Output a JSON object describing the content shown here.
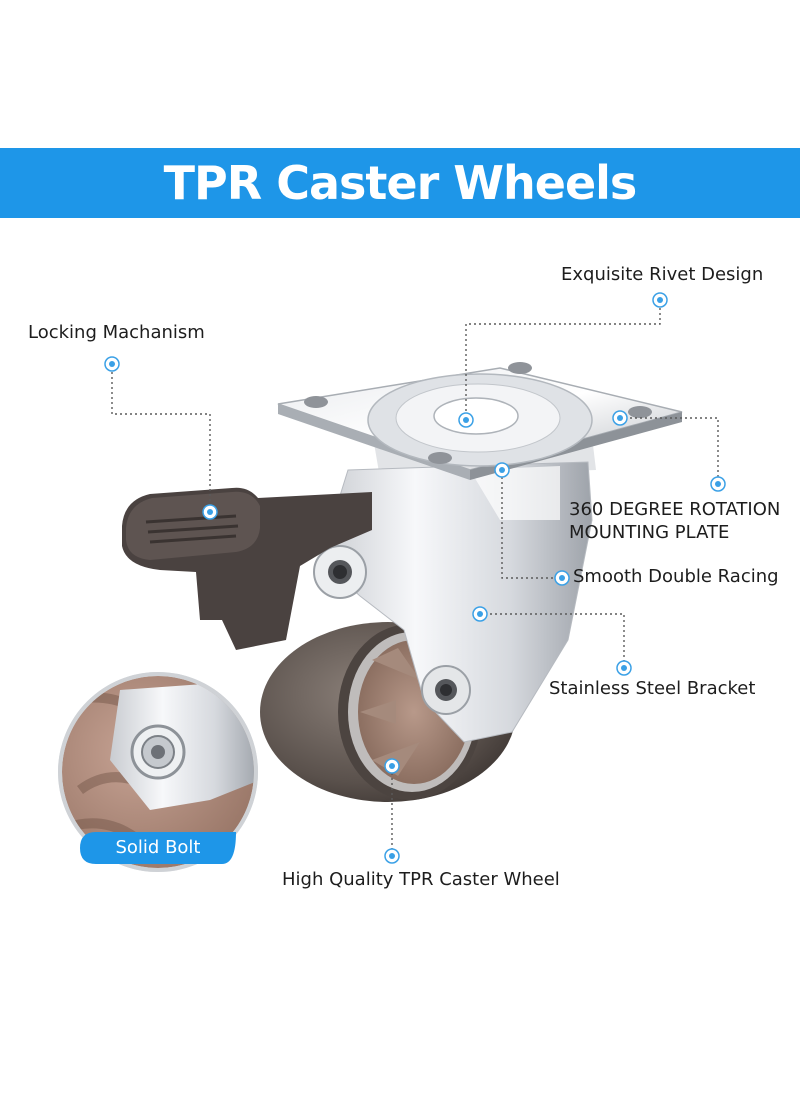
{
  "banner": {
    "title": "TPR Caster Wheels",
    "color": "#1e96e8"
  },
  "callouts": {
    "rivet": "Exquisite Rivet Design",
    "locking": "Locking Machanism",
    "rotation_line1": "360 DEGREE ROTATION",
    "rotation_line2": "MOUNTING PLATE",
    "racing": "Smooth Double Racing",
    "bracket": "Stainless Steel Bracket",
    "wheel": "High Quality TPR Caster Wheel"
  },
  "inset": {
    "label": "Solid Bolt"
  },
  "colors": {
    "accent": "#1e96e8",
    "marker": "#3aa0e6",
    "text": "#1d1d1d"
  }
}
